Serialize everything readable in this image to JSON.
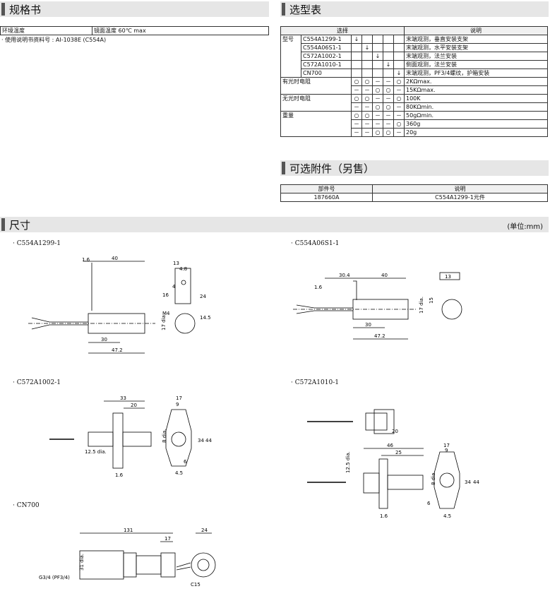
{
  "sections": {
    "spec": "规格书",
    "selection": "选型表",
    "accessory": "可选附件（另售）",
    "dimensions": "尺寸"
  },
  "spec": {
    "rows": [
      [
        "环境温度",
        "镜面温度 60℃ max"
      ]
    ],
    "note": "· 使用说明书资料号 : AI-1038E (C554A)"
  },
  "selection": {
    "header_select": "选择",
    "header_desc": "说明",
    "type_label": "型号",
    "models": [
      {
        "name": "C554A1299-1",
        "col": 1,
        "desc": "末端观测，垂直安装支架"
      },
      {
        "name": "C554A06S1-1",
        "col": 2,
        "desc": "末端观测，水平安装支架"
      },
      {
        "name": "C572A1002-1",
        "col": 3,
        "desc": "末端观测，法兰安装"
      },
      {
        "name": "C572A1010-1",
        "col": 4,
        "desc": "侧面观测，法兰安装"
      },
      {
        "name": "CN700",
        "col": 5,
        "desc": "末端观测，PF3/4螺纹，护箱安装"
      }
    ],
    "arrow": "↓",
    "props": [
      {
        "label": "有光时电阻",
        "rows": [
          {
            "marks": [
              "○",
              "○",
              "－",
              "－",
              "○"
            ],
            "desc": "2KΩmax."
          },
          {
            "marks": [
              "－",
              "－",
              "○",
              "○",
              "－"
            ],
            "desc": "15KΩmax."
          }
        ]
      },
      {
        "label": "无光时电阻",
        "rows": [
          {
            "marks": [
              "○",
              "○",
              "－",
              "－",
              "○"
            ],
            "desc": "100K"
          },
          {
            "marks": [
              "－",
              "－",
              "○",
              "○",
              "－"
            ],
            "desc": "80KΩmin."
          }
        ]
      },
      {
        "label": "重量",
        "rows": [
          {
            "marks": [
              "○",
              "○",
              "－",
              "－",
              "－"
            ],
            "desc": "50gΩmin."
          },
          {
            "marks": [
              "－",
              "－",
              "－",
              "－",
              "○"
            ],
            "desc": "360g"
          },
          {
            "marks": [
              "－",
              "－",
              "○",
              "○",
              "－"
            ],
            "desc": "20g"
          }
        ]
      }
    ]
  },
  "accessory": {
    "headers": [
      "部件号",
      "说明"
    ],
    "rows": [
      [
        "187660A",
        "C554A1299-1元件"
      ]
    ]
  },
  "dimensions": {
    "unit": "(单位:mm)",
    "labels": [
      "· C554A1299-1",
      "· C554A06S1-1",
      "· C572A1002-1",
      "· C572A1010-1",
      "· CN700"
    ],
    "d1": {
      "a": "1.6",
      "b": "40",
      "c": "30",
      "d": "47.2",
      "e": "13",
      "f": "4.8",
      "g": "16",
      "h": "4",
      "i": "24",
      "j": "M4",
      "k": "14.5",
      "l": "17 dia."
    },
    "d2": {
      "a": "30.4",
      "b": "40",
      "c": "1.6",
      "d": "30",
      "e": "47.2",
      "f": "17 dia.",
      "g": "15",
      "h": "13"
    },
    "d3": {
      "a": "33",
      "b": "20",
      "c": "12.5 dia.",
      "d": "8 dia.",
      "e": "1.6",
      "f": "17",
      "g": "9",
      "h": "34",
      "i": "44",
      "j": "6",
      "k": "4.5"
    },
    "d4": {
      "a": "20",
      "b": "46",
      "c": "25",
      "d": "12.5 dia.",
      "e": "8 dia.",
      "f": "1.6",
      "g": "17",
      "h": "9",
      "i": "34",
      "j": "44",
      "k": "6",
      "l": "4.5"
    },
    "d5": {
      "a": "131",
      "b": "17",
      "c": "24",
      "d": "G3/4 (PF3/4)",
      "e": "C15",
      "f": "31 dia."
    }
  }
}
